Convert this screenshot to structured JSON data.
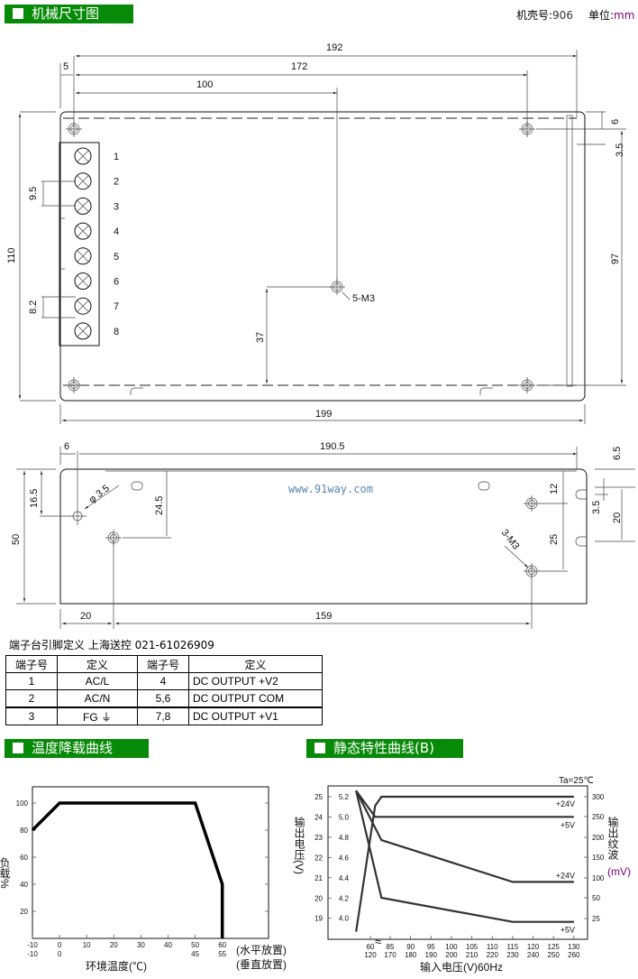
{
  "header": {
    "title": "机械尺寸图",
    "case_label": "机壳号:",
    "case_no": "906",
    "unit_label": "单位:",
    "unit": "mm"
  },
  "top_view": {
    "dims": {
      "d192": "192",
      "d172": "172",
      "d100": "100",
      "d5": "5",
      "d6": "6",
      "d3_5": "3.5",
      "d97": "97",
      "d110": "110",
      "d9_5": "9.5",
      "d8_2": "8.2",
      "d37": "37",
      "d199": "199"
    },
    "hole_label": "5-M3",
    "terminals": [
      "1",
      "2",
      "3",
      "4",
      "5",
      "6",
      "7",
      "8"
    ]
  },
  "side_view": {
    "dims": {
      "d6": "6",
      "d190_5": "190.5",
      "d6_5": "6.5",
      "d16_5": "16.5",
      "d50": "50",
      "d24_5": "24.5",
      "d12": "12",
      "d25": "25",
      "d3_5": "3.5",
      "d20r": "20",
      "d20": "20",
      "d159": "159"
    },
    "hole_dia": "φ 3.5",
    "hole_label": "3-M3",
    "watermark": "www.91way.com"
  },
  "pin_table": {
    "title": "端子台引脚定义    上海送控  021-61026909",
    "headers": [
      "端子号",
      "定义",
      "端子号",
      "定义"
    ],
    "rows": [
      [
        "1",
        "AC/L",
        "4",
        "DC OUTPUT +V2"
      ],
      [
        "2",
        "AC/N",
        "5,6",
        "DC OUTPUT COM"
      ],
      [
        "3",
        "FG ⏚",
        "7,8",
        "DC OUTPUT +V1"
      ]
    ]
  },
  "sections": {
    "derating": "温度降载曲线",
    "static": "静态特性曲线(B)"
  },
  "chart_data": [
    {
      "type": "line",
      "title": "温度降载曲线",
      "xlabel": "环境温度(℃)",
      "ylabel": "负载%",
      "x_ticks_row1": [
        "-10",
        "0",
        "10",
        "20",
        "30",
        "40",
        "50",
        "60"
      ],
      "x_ticks_row2": [
        "-10",
        "0",
        "",
        "",
        "",
        "",
        "45",
        "55"
      ],
      "row1_note": "(水平放置)",
      "row2_note": "(垂直放置)",
      "y_ticks": [
        "20",
        "40",
        "60",
        "80",
        "100"
      ],
      "xlim": [
        -10,
        77
      ],
      "ylim": [
        0,
        112
      ],
      "series": [
        {
          "name": "load",
          "x": [
            -10,
            0,
            50,
            60,
            60
          ],
          "y": [
            80,
            100,
            100,
            40,
            0
          ]
        }
      ]
    },
    {
      "type": "line",
      "title": "静态特性曲线(B)",
      "annotation": "Ta=25℃",
      "xlabel": "输入电压(V)60Hz",
      "ylabel_left": "输出电压(V)",
      "ylabel_right": "输出纹波",
      "ylabel_right_unit": "(mV)",
      "x_ticks_row1": [
        "60",
        "85",
        "90",
        "95",
        "100",
        "105",
        "110",
        "115",
        "120",
        "125",
        "130"
      ],
      "x_ticks_row2": [
        "120",
        "170",
        "180",
        "190",
        "200",
        "210",
        "220",
        "230",
        "240",
        "250",
        "260"
      ],
      "y_left_outer": [
        "25",
        "24",
        "23",
        "22",
        "21",
        "20",
        "19"
      ],
      "y_left_inner": [
        "5.2",
        "5.0",
        "4.8",
        "4.6",
        "4.4",
        "4.2",
        "4.0"
      ],
      "y_right": [
        "300",
        "250",
        "200",
        "150",
        "100",
        "50",
        "25"
      ],
      "series": [
        {
          "name": "+24V",
          "axis": "v24",
          "x": [
            42,
            66,
            74,
            130
          ],
          "y": [
            18.3,
            24.55,
            25,
            25
          ]
        },
        {
          "name": "+5V",
          "axis": "v5",
          "x": [
            42,
            66,
            130
          ],
          "y": [
            5.26,
            5.0,
            5.0
          ]
        },
        {
          "name": "+24V",
          "axis": "ripple",
          "x": [
            42,
            74,
            115,
            130
          ],
          "y": [
            315,
            193,
            90,
            90
          ]
        },
        {
          "name": "+5V",
          "axis": "ripple",
          "x": [
            42,
            74,
            115,
            130
          ],
          "y": [
            315,
            50,
            21,
            21
          ]
        }
      ]
    }
  ],
  "colors": {
    "section_green": "#078a07",
    "watermark": "#5b86b3",
    "unit": "#800080"
  }
}
